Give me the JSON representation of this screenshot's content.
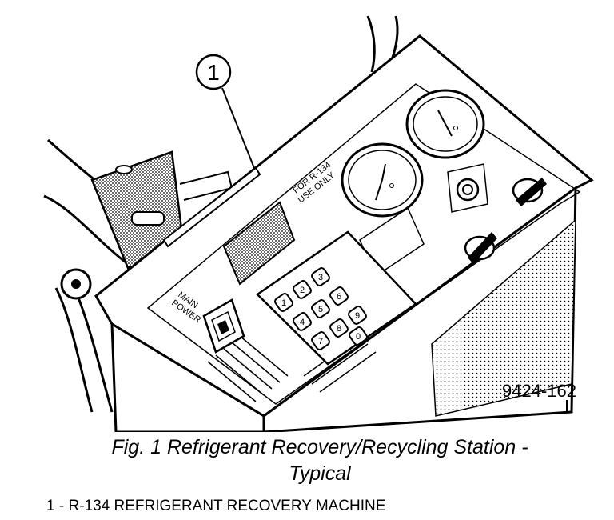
{
  "figure": {
    "callout": "1",
    "id": "9424-162",
    "panel": {
      "use_only": [
        "FOR R-134",
        "USE ONLY"
      ],
      "main_power": [
        "MAIN",
        "POWER"
      ],
      "keypad_keys": [
        "1",
        "2",
        "3",
        "4",
        "5",
        "6",
        "7",
        "8",
        "9",
        "0"
      ]
    }
  },
  "caption": {
    "line1": "Fig. 1 Refrigerant Recovery/Recycling Station -",
    "line2": "Typical"
  },
  "legend": {
    "number": "1",
    "text": "R-134 REFRIGERANT RECOVERY MACHINE"
  }
}
